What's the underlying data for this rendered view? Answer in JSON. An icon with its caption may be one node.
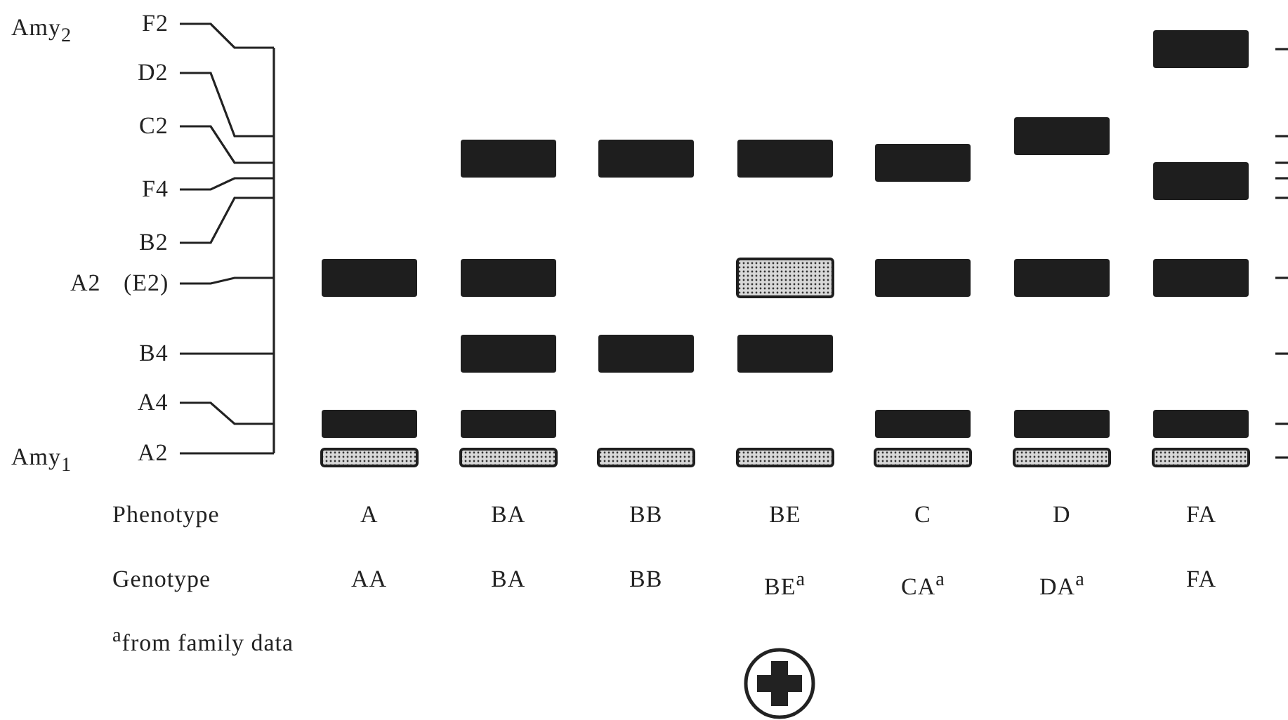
{
  "diagram": {
    "labels": [
      "Amy$_{2}$",
      "F2",
      "D2",
      "C2",
      "F4",
      "B2",
      "A2",
      "(E2)",
      "B4",
      "A4",
      "Amy$_{1}$",
      "A2",
      "Phenotype",
      "A",
      "BA",
      "BB",
      "BE",
      "C",
      "D",
      "FA",
      "Genotype",
      "AA",
      "BA",
      "BB",
      "BE$^{a}$",
      "CA$^{a}$",
      "DA$^{a}$",
      "FA",
      "$^{a}$from family data"
    ]
  }
}
